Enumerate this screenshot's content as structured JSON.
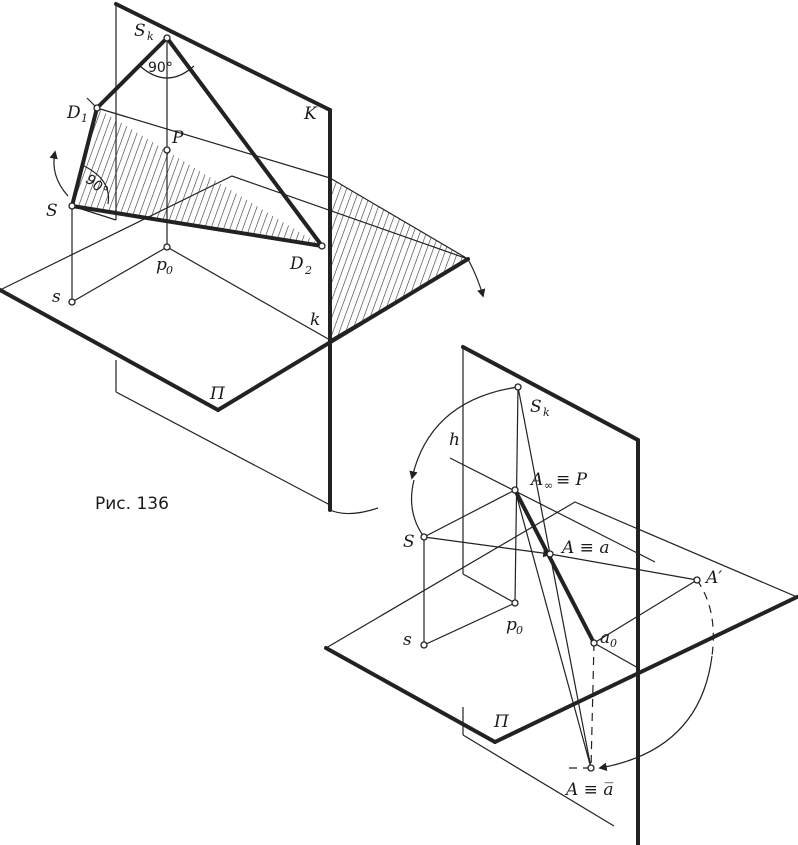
{
  "caption": "Рис. 136",
  "figure1": {
    "labels": {
      "Sk": "S",
      "Sk_sub": "k",
      "D1": "D",
      "D1_sub": "1",
      "P": "P",
      "K": "K",
      "S": "S",
      "D2": "D",
      "D2_sub": "2",
      "p0": "p",
      "p0_sub": "0",
      "s": "s",
      "k": "k",
      "Pi": "Π"
    },
    "angle_top": "90°",
    "angle_left": "90°"
  },
  "figure2": {
    "labels": {
      "Sk": "S",
      "Sk_sub": "k",
      "h": "h",
      "Ainf": "A",
      "Ainf_sub": "∞",
      "Ainf_rest": " ≡ P",
      "S": "S",
      "Aa": "A ≡ a",
      "Aprime": "A′",
      "p0": "p",
      "p0_sub": "0",
      "a0": "a",
      "a0_sub": "0",
      "s": "s",
      "Pi": "Π",
      "Abar": "A ≡ a̅"
    }
  }
}
